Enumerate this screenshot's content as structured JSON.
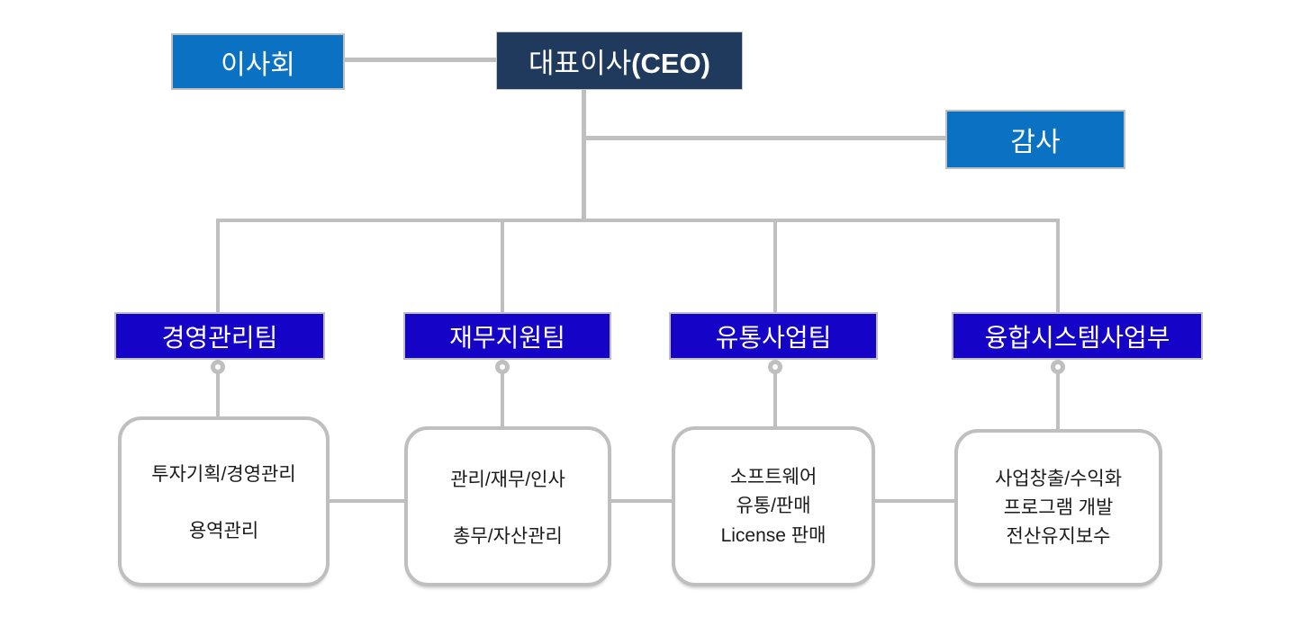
{
  "chart_type": "org-chart",
  "colors": {
    "bright_blue": "#0b72c3",
    "navy": "#1f3a5c",
    "royal_blue": "#1504c8",
    "connector_gray": "#bfbfbf",
    "duty_text": "#1a1a1a",
    "box_text": "#ffffff"
  },
  "nodes": {
    "board": {
      "label": "이사회"
    },
    "ceo": {
      "label_ko": "대표이사",
      "label_en": "(CEO)"
    },
    "auditor": {
      "label": "감사"
    },
    "departments": [
      {
        "label": "경영관리팀",
        "duties": [
          "투자기획/경영관리",
          "용역관리"
        ]
      },
      {
        "label": "재무지원팀",
        "duties": [
          "관리/재무/인사",
          "총무/자산관리"
        ]
      },
      {
        "label": "유통사업팀",
        "duties": [
          "소프트웨어",
          "유통/판매",
          "License 판매"
        ]
      },
      {
        "label": "융합시스템사업부",
        "duties": [
          "사업창출/수익화",
          "프로그램 개발",
          "전산유지보수"
        ]
      }
    ]
  }
}
